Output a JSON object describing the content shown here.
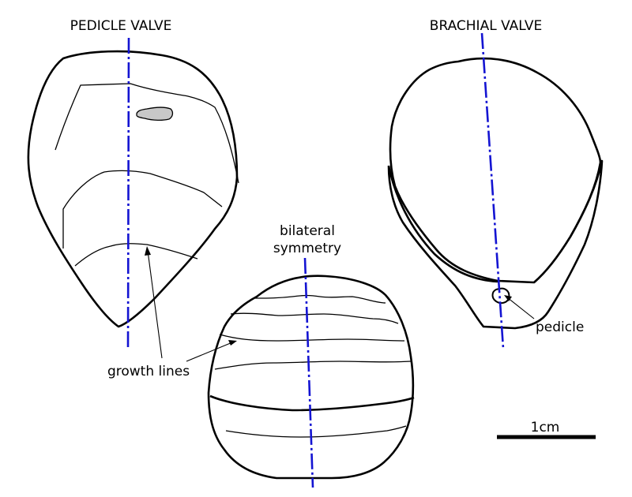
{
  "labels": {
    "pedicle_valve": "PEDICLE VALVE",
    "brachial_valve": "BRACHIAL VALVE",
    "bilateral_line1": "bilateral",
    "bilateral_line2": "symmetry",
    "growth_lines": "growth lines",
    "pedicle": "pedicle",
    "scale": "1cm"
  },
  "colors": {
    "outline": "#000000",
    "symmetry_axis": "#1414d2",
    "muscle_scar_fill": "#c8c8c8"
  }
}
